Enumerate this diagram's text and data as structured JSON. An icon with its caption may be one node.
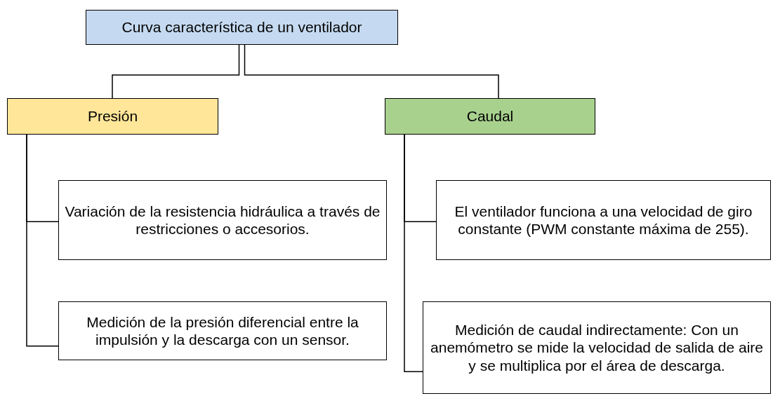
{
  "diagram": {
    "nodes": [
      {
        "text": [
          "Curva característica de un ventilador"
        ]
      },
      {
        "text": [
          "Presión"
        ]
      },
      {
        "text": [
          "Caudal"
        ]
      },
      {
        "text": [
          "Variación de la resistencia hidráulica a través de restricciones o accesorios."
        ]
      },
      {
        "text": [
          "Medición de la presión diferencial entre la impulsión y la descarga con un sensor."
        ]
      },
      {
        "text": [
          "El ventilador funciona a una velocidad de giro constante (PWM constante máxima de 255)."
        ]
      },
      {
        "text": [
          "Medición de caudal indirectamente: Con un anemómetro se mide la velocidad de salida de aire y se multiplica por el área de descarga."
        ]
      }
    ],
    "edges": [
      {
        "from": 0,
        "to": 1,
        "arrow": "none"
      },
      {
        "from": 0,
        "to": 2,
        "arrow": "none"
      },
      {
        "from": 1,
        "to": 3,
        "arrow": "none"
      },
      {
        "from": 1,
        "to": 4,
        "arrow": "none"
      },
      {
        "from": 2,
        "to": 5,
        "arrow": "none"
      },
      {
        "from": 2,
        "to": 6,
        "arrow": "none"
      }
    ]
  }
}
